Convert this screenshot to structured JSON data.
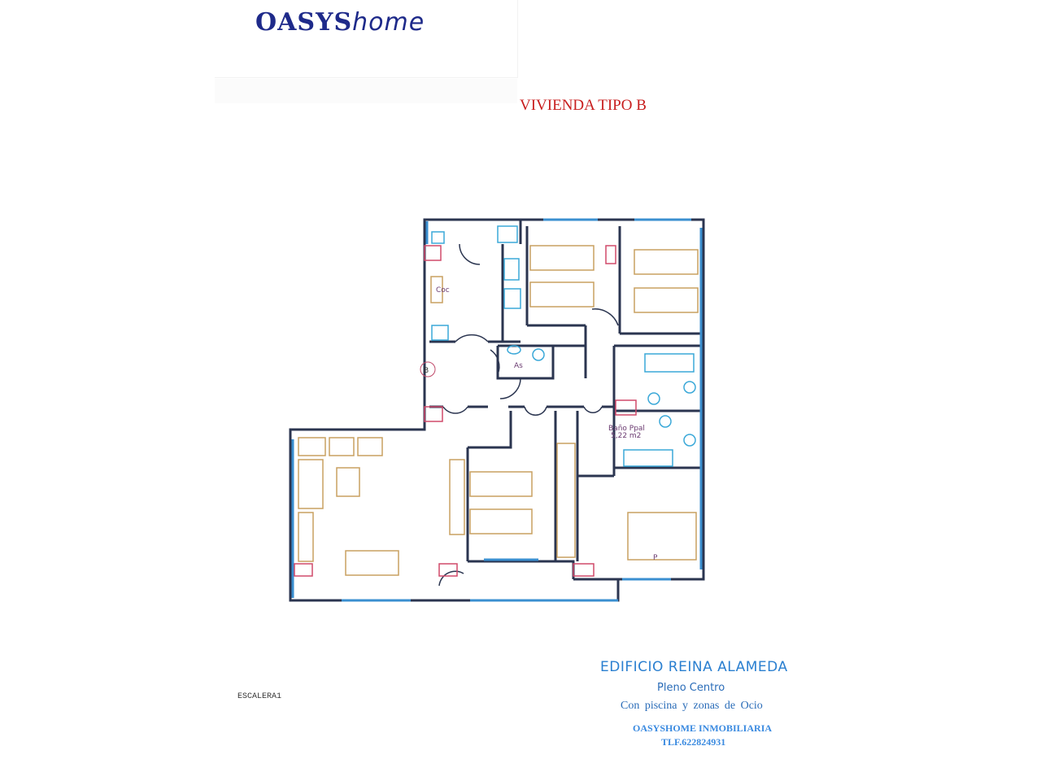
{
  "logo": {
    "brand": "OASYS",
    "suffix": "home"
  },
  "title": "VIVIENDA TIPO B",
  "plan": {
    "labels": {
      "kitchen": "Coc",
      "entrance": "B",
      "toilet": "As",
      "bath_main": "Baño Ppal",
      "bath_main_area": "5,22 m2",
      "master_bedroom": "P"
    },
    "colors": {
      "walls": "#2b3550",
      "furniture": "#c9a060",
      "windows": "#3a8fd0",
      "pillars": "#d04a6a",
      "sanitary": "#3aa8d8"
    }
  },
  "footer": {
    "stair": "ESCALERA1",
    "building": "EDIFICIO REINA ALAMEDA",
    "location": "Pleno Centro",
    "amenities": "Con piscina  y  zonas  de  Ocio",
    "agency": "OASYSHOME INMOBILIARIA",
    "phone": "TLF.622824931"
  }
}
